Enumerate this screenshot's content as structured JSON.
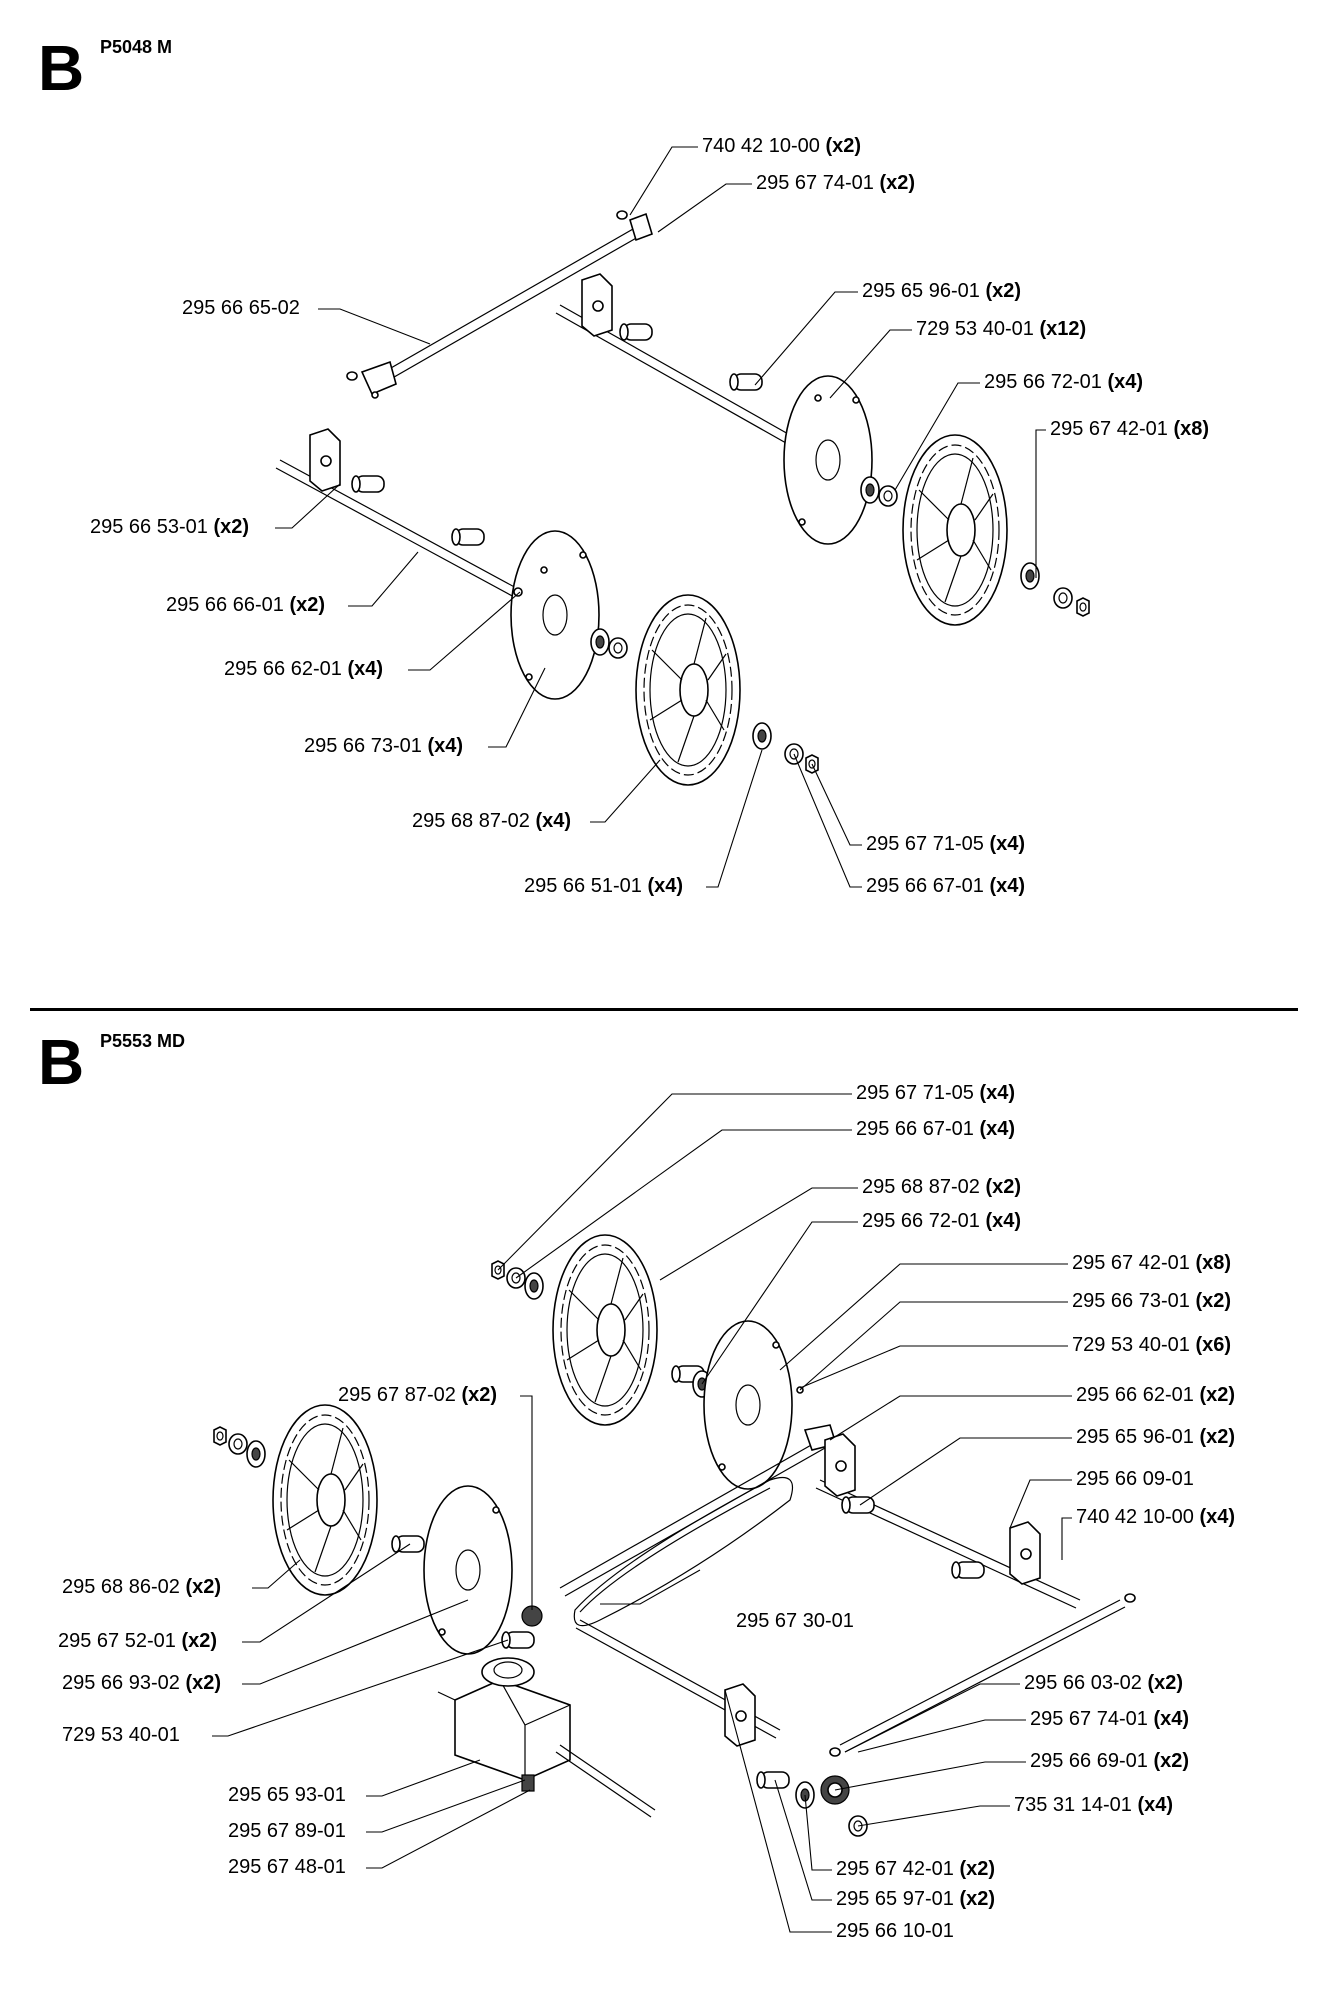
{
  "sections": [
    {
      "letter": "B",
      "model": "P5048 M",
      "parts": [
        {
          "number": "740 42 10-00",
          "qty": "(x2)"
        },
        {
          "number": "295 67 74-01",
          "qty": "(x2)"
        },
        {
          "number": "295 66 65-02",
          "qty": ""
        },
        {
          "number": "295 65 96-01",
          "qty": "(x2)"
        },
        {
          "number": "729 53 40-01",
          "qty": "(x12)"
        },
        {
          "number": "295 66 72-01",
          "qty": "(x4)"
        },
        {
          "number": "295 67 42-01",
          "qty": "(x8)"
        },
        {
          "number": "295 66 53-01",
          "qty": "(x2)"
        },
        {
          "number": "295 66 66-01",
          "qty": "(x2)"
        },
        {
          "number": "295 66 62-01",
          "qty": "(x4)"
        },
        {
          "number": "295 66 73-01",
          "qty": "(x4)"
        },
        {
          "number": "295 68 87-02",
          "qty": "(x4)"
        },
        {
          "number": "295 67 71-05",
          "qty": "(x4)"
        },
        {
          "number": "295 66 51-01",
          "qty": "(x4)"
        },
        {
          "number": "295 66 67-01",
          "qty": "(x4)"
        }
      ]
    },
    {
      "letter": "B",
      "model": "P5553 MD",
      "parts": [
        {
          "number": "295 67 71-05",
          "qty": "(x4)"
        },
        {
          "number": "295 66 67-01",
          "qty": "(x4)"
        },
        {
          "number": "295 68 87-02",
          "qty": "(x2)"
        },
        {
          "number": "295 66 72-01",
          "qty": "(x4)"
        },
        {
          "number": "295 67 42-01",
          "qty": "(x8)"
        },
        {
          "number": "295 66 73-01",
          "qty": "(x2)"
        },
        {
          "number": "729 53 40-01",
          "qty": "(x6)"
        },
        {
          "number": "295 67 87-02",
          "qty": "(x2)"
        },
        {
          "number": "295 66 62-01",
          "qty": "(x2)"
        },
        {
          "number": "295 65 96-01",
          "qty": "(x2)"
        },
        {
          "number": "295 66 09-01",
          "qty": ""
        },
        {
          "number": "740 42 10-00",
          "qty": "(x4)"
        },
        {
          "number": "295 68 86-02",
          "qty": "(x2)"
        },
        {
          "number": "295 67 30-01",
          "qty": ""
        },
        {
          "number": "295 67 52-01",
          "qty": "(x2)"
        },
        {
          "number": "295 66 93-02",
          "qty": "(x2)"
        },
        {
          "number": "295 66 03-02",
          "qty": "(x2)"
        },
        {
          "number": "729 53 40-01",
          "qty": ""
        },
        {
          "number": "295 67 74-01",
          "qty": "(x4)"
        },
        {
          "number": "295 66 69-01",
          "qty": "(x2)"
        },
        {
          "number": "295 65 93-01",
          "qty": ""
        },
        {
          "number": "735 31 14-01",
          "qty": "(x4)"
        },
        {
          "number": "295 67 89-01",
          "qty": ""
        },
        {
          "number": "295 67 48-01",
          "qty": ""
        },
        {
          "number": "295 67 42-01",
          "qty": "(x2)"
        },
        {
          "number": "295 65 97-01",
          "qty": "(x2)"
        },
        {
          "number": "295 66 10-01",
          "qty": ""
        }
      ]
    }
  ],
  "icons": [
    "wheel-icon",
    "hubcap-icon",
    "axle-icon",
    "bearing-icon",
    "washer-icon",
    "nut-icon",
    "gearbox-icon",
    "belt-icon",
    "gear-icon"
  ]
}
